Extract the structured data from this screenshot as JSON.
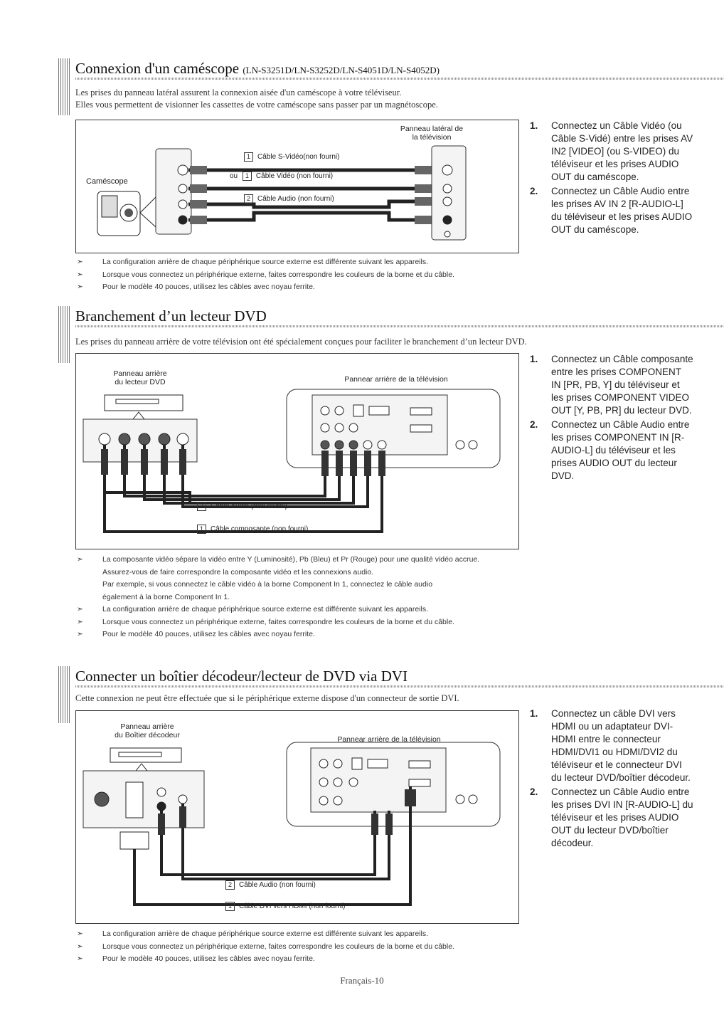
{
  "section1": {
    "title": "Connexion d'un caméscope",
    "models": "(LN-S3251D/LN-S3252D/LN-S4051D/LN-S4052D)",
    "intro1": "Les prises du panneau latéral assurent la connexion aisée d'un caméscope à votre téléviseur.",
    "intro2": "Elles vous permettent de visionner les cassettes de votre caméscope sans passer par un magnétoscope.",
    "diagram": {
      "tv_label": "Panneau latéral de\nla télévision",
      "device_label": "Caméscope",
      "cable1": "Câble S-Vidéo(non fourni)",
      "cable1_num": "1",
      "or": "ou",
      "cable2": "Câble Vidéo (non fourni)",
      "cable2_num": "1",
      "cable3": "Câble Audio (non fourni)",
      "cable3_num": "2"
    },
    "steps": [
      {
        "n": "1.",
        "text": "Connectez un Câble Vidéo (ou Câble S-Vidé) entre les prises AV IN2 [VIDEO] (ou S-VIDEO) du téléviseur et les prises AUDIO OUT du caméscope."
      },
      {
        "n": "2.",
        "text": "Connectez un Câble Audio entre les prises AV IN 2 [R-AUDIO-L] du téléviseur et les prises AUDIO OUT du caméscope."
      }
    ],
    "notes": [
      "La configuration arrière de chaque périphérique source externe est différente suivant les appareils.",
      "Lorsque vous connectez un périphérique externe, faites correspondre les couleurs de la borne et du câble.",
      "Pour le modèle 40 pouces, utilisez les câbles avec noyau ferrite."
    ]
  },
  "section2": {
    "title": "Branchement d’un lecteur DVD",
    "intro": "Les prises du panneau arrière de votre télévision ont été spécialement conçues pour faciliter le branchement d’un lecteur DVD.",
    "diagram": {
      "device_label": "Panneau arrière\ndu lecteur DVD",
      "tv_label": "Pannear arrière de la télévision",
      "cable_audio": "Câble Audio (non fourni)",
      "cable_audio_num": "2",
      "cable_comp": "Câble composante (non fourni)",
      "cable_comp_num": "1"
    },
    "steps": [
      {
        "n": "1.",
        "text": "Connectez un Câble composante entre les prises COMPONENT IN [PR, PB, Y] du téléviseur et les prises COMPONENT VIDEO OUT [Y, PB, PR] du lecteur DVD."
      },
      {
        "n": "2.",
        "text": "Connectez un Câble Audio entre les prises COMPONENT IN [R-AUDIO-L] du téléviseur et les prises AUDIO OUT du lecteur DVD."
      }
    ],
    "notes": [
      {
        "arrow": true,
        "text": "La composante vidéo sépare la vidéo entre Y (Luminosité), Pb (Bleu) et Pr (Rouge) pour une qualité vidéo accrue."
      },
      {
        "arrow": false,
        "text": "Assurez-vous de faire correspondre la composante vidéo et les connexions audio."
      },
      {
        "arrow": false,
        "text": "Par exemple, si vous connectez le câble vidéo à la borne Component In 1, connectez le câble audio"
      },
      {
        "arrow": false,
        "text": "également à la borne Component In 1."
      },
      {
        "arrow": true,
        "text": "La configuration arrière de chaque périphérique source externe est différente suivant les appareils."
      },
      {
        "arrow": true,
        "text": "Lorsque vous connectez un périphérique externe, faites correspondre les couleurs de la borne et du câble."
      },
      {
        "arrow": true,
        "text": "Pour le modèle 40 pouces, utilisez les câbles avec noyau ferrite."
      }
    ]
  },
  "section3": {
    "title": "Connecter un boîtier décodeur/lecteur de DVD via DVI",
    "intro": "Cette connexion ne peut être effectuée que si le périphérique externe dispose d'un connecteur de sortie DVI.",
    "diagram": {
      "device_label": "Panneau arrière\ndu Boîtier décodeur",
      "tv_label": "Pannear arrière de la télévision",
      "cable_audio": "Câble Audio (non fourni)",
      "cable_audio_num": "2",
      "cable_dvi": "Câble DVI vers HDMI (non fourni)",
      "cable_dvi_num": "1"
    },
    "steps": [
      {
        "n": "1.",
        "text": "Connectez un câble DVI vers HDMI ou un adaptateur DVI-HDMI entre le connecteur HDMI/DVI1 ou HDMI/DVI2 du téléviseur et le connecteur DVI du lecteur DVD/boîtier décodeur."
      },
      {
        "n": "2.",
        "text": "Connectez un Câble Audio entre les prises DVI IN [R-AUDIO-L] du téléviseur et les prises AUDIO OUT du lecteur DVD/boîtier décodeur."
      }
    ],
    "notes": [
      "La configuration arrière de chaque périphérique source externe est différente suivant les appareils.",
      "Lorsque vous connectez un périphérique externe, faites correspondre les couleurs de la borne et du câble.",
      "Pour le modèle 40 pouces, utilisez les câbles avec noyau ferrite."
    ]
  },
  "footer": "Français-10",
  "note_arrow": "➣"
}
